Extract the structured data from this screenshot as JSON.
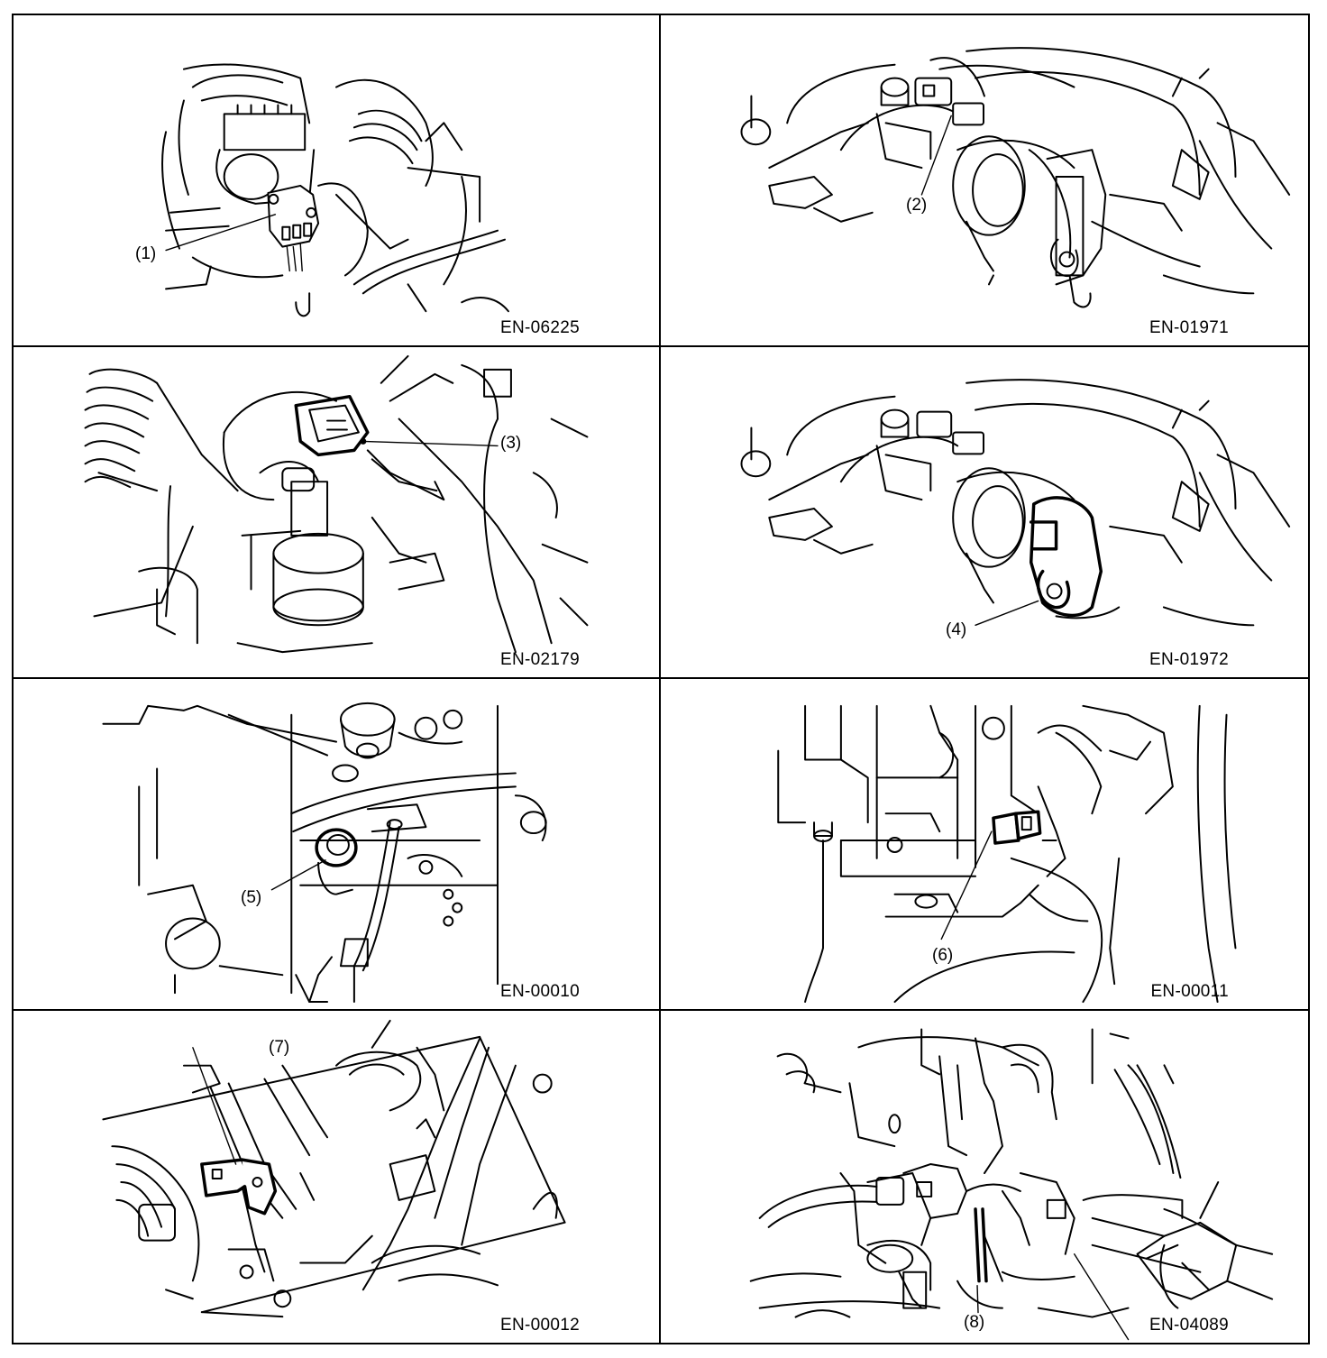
{
  "panels": [
    {
      "code": "EN-06225",
      "callout": "(1)"
    },
    {
      "code": "EN-01971",
      "callout": "(2)"
    },
    {
      "code": "EN-02179",
      "callout": "(3)"
    },
    {
      "code": "EN-01972",
      "callout": "(4)"
    },
    {
      "code": "EN-00010",
      "callout": "(5)"
    },
    {
      "code": "EN-00011",
      "callout": "(6)"
    },
    {
      "code": "EN-00012",
      "callout": "(7)"
    },
    {
      "code": "EN-04089",
      "callout": "(8)"
    }
  ]
}
